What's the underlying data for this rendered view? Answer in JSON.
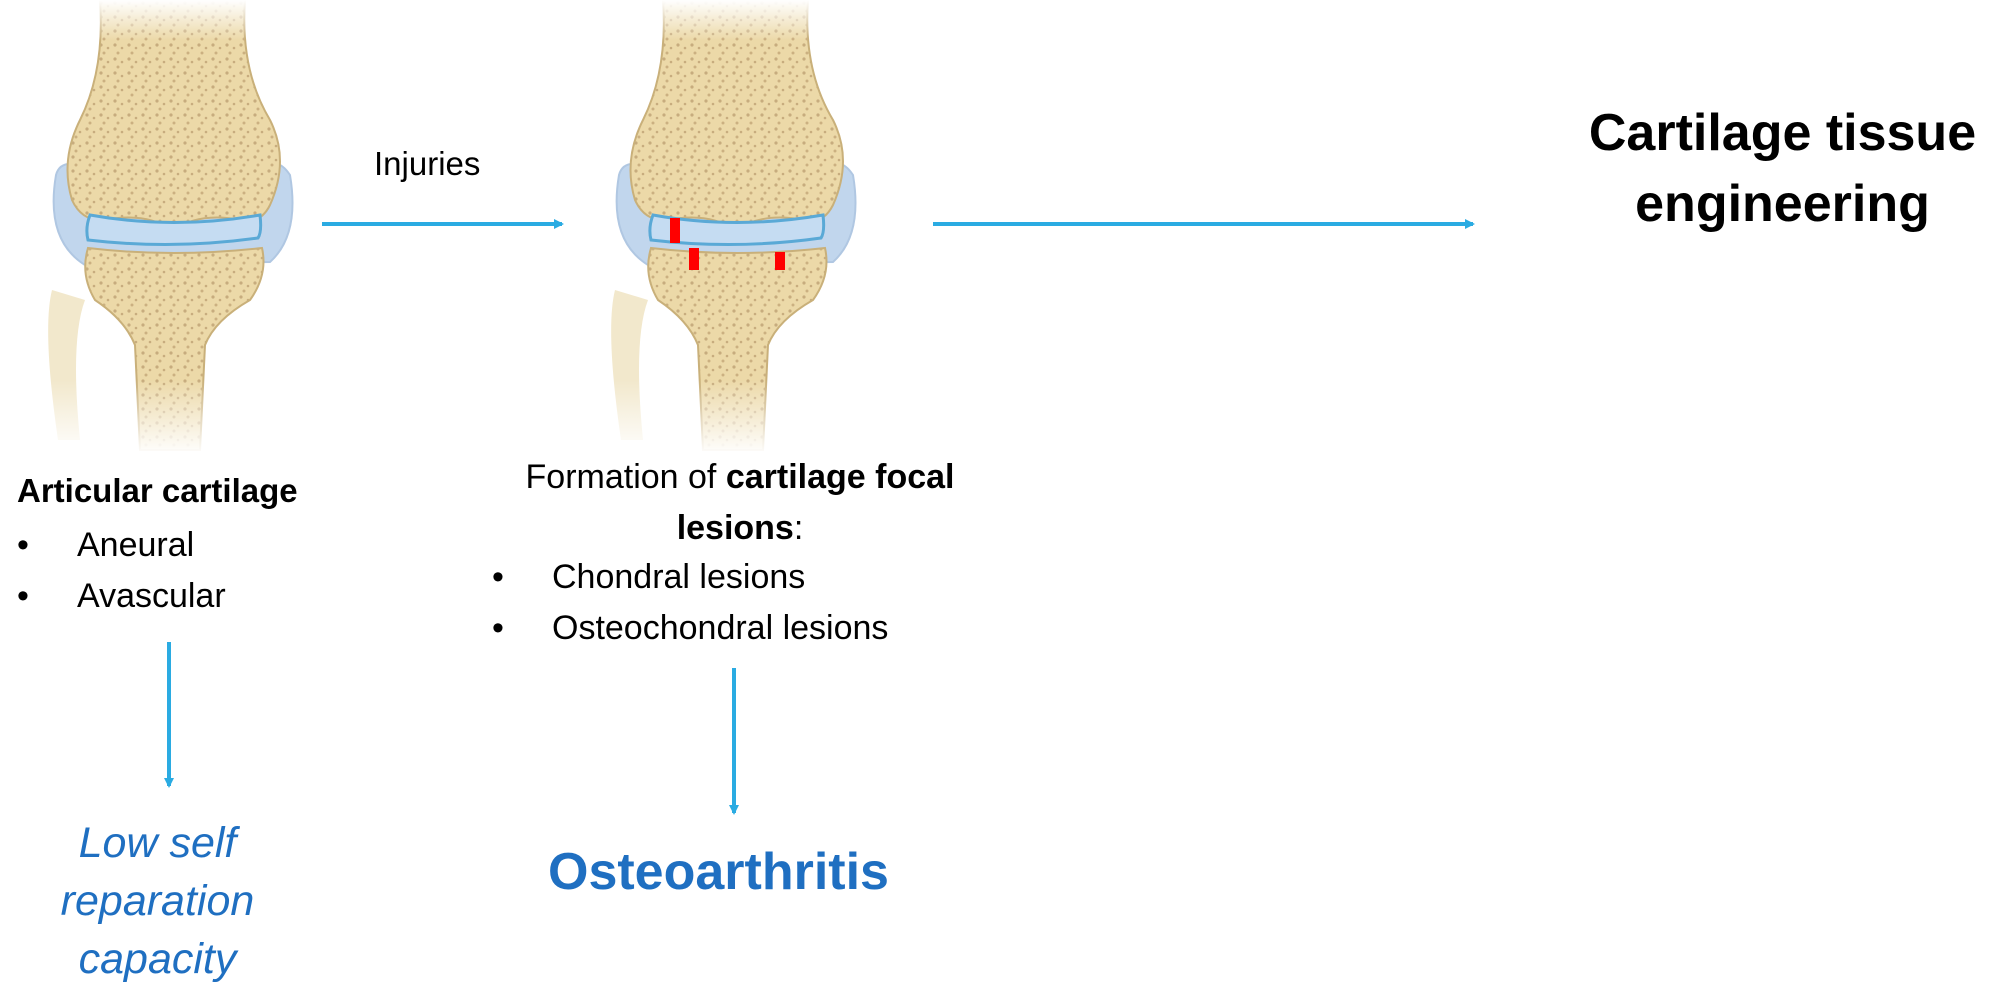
{
  "arrow1_label": "Injuries",
  "healthy": {
    "title": "Articular cartilage",
    "items": [
      "Aneural",
      "Avascular"
    ],
    "consequence": [
      "Low self",
      "reparation",
      "capacity"
    ]
  },
  "damaged": {
    "title_prefix": "Formation of ",
    "title_bold_1": "cartilage focal",
    "title_bold_2": "lesions",
    "title_suffix": ":",
    "items": [
      "Chondral lesions",
      "Osteochondral lesions"
    ],
    "outcome": "Osteoarthritis"
  },
  "target": {
    "line1": "Cartilage tissue",
    "line2": "engineering"
  },
  "colors": {
    "arrow": "#2aabe2",
    "bone": "#ecd9a8",
    "bone_pattern": "#a9875a",
    "cartilage": "#a8c6e6",
    "lesion": "#ff0000",
    "accent_text": "#1f6fc1"
  }
}
